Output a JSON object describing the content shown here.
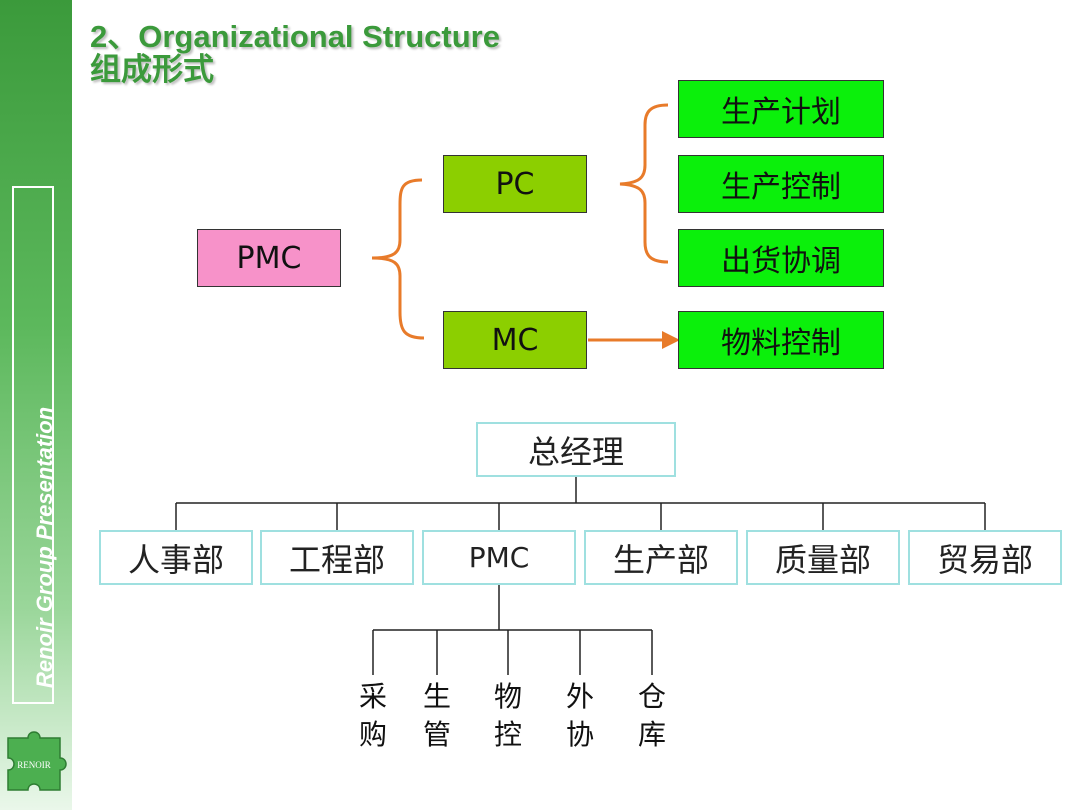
{
  "sidebar": {
    "vertical_text": "Renoir Group Presentation",
    "logo_text": "RENOIR"
  },
  "title": {
    "line1": "2、Organizational Structure",
    "line2": "组成形式"
  },
  "diagram1": {
    "root": "PMC",
    "branches": [
      {
        "label": "PC",
        "children": [
          "生产计划",
          "生产控制",
          "出货协调"
        ]
      },
      {
        "label": "MC",
        "children": [
          "物料控制"
        ]
      }
    ]
  },
  "org_chart": {
    "top": "总经理",
    "departments": [
      "人事部",
      "工程部",
      "PMC",
      "生产部",
      "质量部",
      "贸易部"
    ],
    "pmc_subunits": [
      {
        "top": "采",
        "bottom": "购"
      },
      {
        "top": "生",
        "bottom": "管"
      },
      {
        "top": "物",
        "bottom": "控"
      },
      {
        "top": "外",
        "bottom": "协"
      },
      {
        "top": "仓",
        "bottom": "库"
      }
    ]
  },
  "colors": {
    "accent_green": "#3b9a3b",
    "pmc_pink": "#f792c9",
    "branch_olive": "#8ccf00",
    "leaf_green": "#0bf00b",
    "brace_orange": "#e87b2a",
    "org_border": "#9fe0e0"
  }
}
